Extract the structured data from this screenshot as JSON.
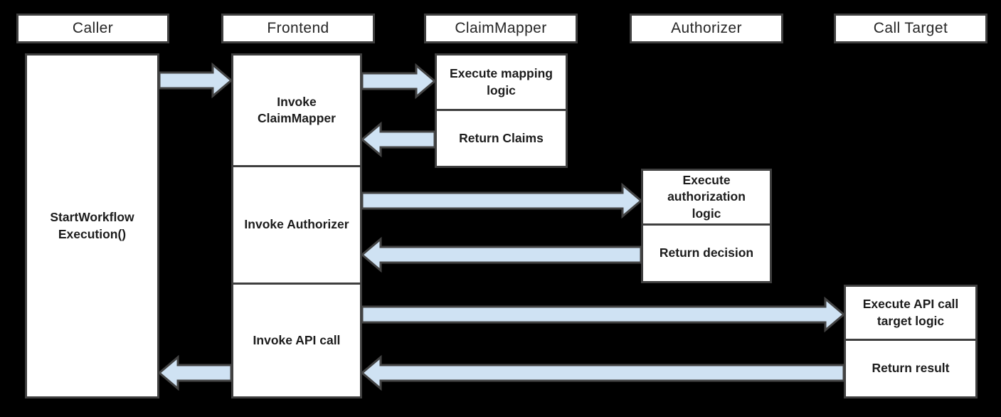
{
  "colors": {
    "background": "#000000",
    "box_fill": "#ffffff",
    "box_border": "#3f3f3f",
    "arrow_fill": "#cfe2f3",
    "arrow_stroke": "#434343",
    "label_text": "#1c1c1c"
  },
  "lifelines": [
    {
      "label": "Caller"
    },
    {
      "label": "Frontend"
    },
    {
      "label": "ClaimMapper"
    },
    {
      "label": "Authorizer"
    },
    {
      "label": "Call Target"
    }
  ],
  "caller": {
    "activation": "StartWorkflow Execution()"
  },
  "frontend": {
    "steps": [
      "Invoke ClaimMapper",
      "Invoke Authorizer",
      "Invoke API call"
    ]
  },
  "claimmapper": {
    "steps": [
      "Execute mapping logic",
      "Return Claims"
    ]
  },
  "authorizer": {
    "steps": [
      "Execute authorization logic",
      "Return decision"
    ]
  },
  "calltarget": {
    "steps": [
      "Execute API call target logic",
      "Return result"
    ]
  },
  "arrows": [
    {
      "from": "Caller",
      "to": "Frontend"
    },
    {
      "from": "Frontend",
      "to": "ClaimMapper"
    },
    {
      "from": "ClaimMapper",
      "to": "Frontend"
    },
    {
      "from": "Frontend",
      "to": "Authorizer"
    },
    {
      "from": "Authorizer",
      "to": "Frontend"
    },
    {
      "from": "Frontend",
      "to": "Call Target"
    },
    {
      "from": "Call Target",
      "to": "Frontend"
    },
    {
      "from": "Frontend",
      "to": "Caller"
    }
  ]
}
